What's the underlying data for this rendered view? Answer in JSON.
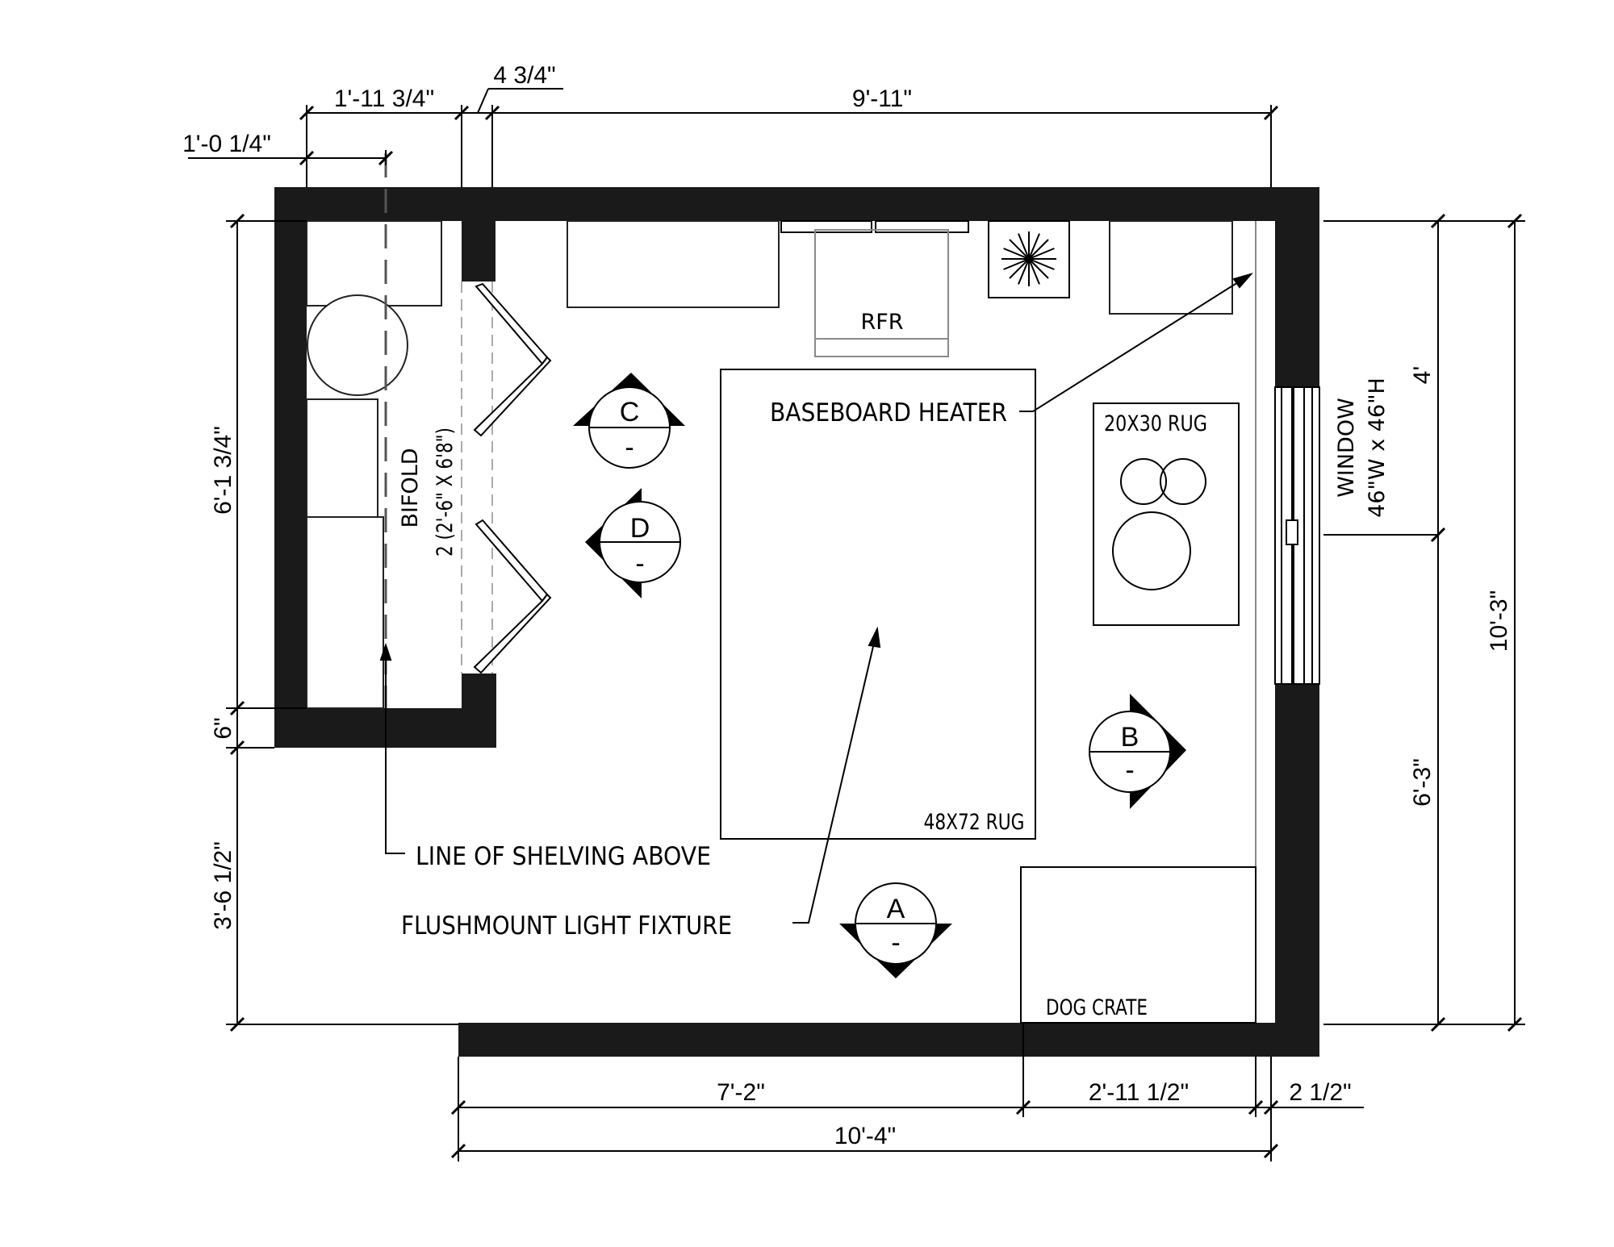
{
  "dimensions": {
    "top_wide": "9'-11\"",
    "top_closet": "1'-11 3/4\"",
    "top_small": "4 3/4\"",
    "top_half": "1'-0 1/4\"",
    "left_upper": "6'-1 3/4\"",
    "left_six": "6\"",
    "left_lower": "3'-6 1/2\"",
    "right_total": "10'-3\"",
    "right_upper": "4'",
    "right_lower": "6'-3\"",
    "bottom_left": "7'-2\"",
    "bottom_mid": "2'-11 1/2\"",
    "bottom_right": "2 1/2\"",
    "bottom_total": "10'-4\""
  },
  "labels": {
    "rfr": "RFR",
    "baseboard_heater": "BASEBOARD HEATER",
    "rug_small": "20X30 RUG",
    "rug_large": "48X72 RUG",
    "window_title": "WINDOW",
    "window_size": "46\"W x 46\"H",
    "bifold_title": "BIFOLD",
    "bifold_size": "2 (2'-6\" X 6'8\")",
    "shelving": "LINE OF SHELVING ABOVE",
    "light_fixture": "FLUSHMOUNT LIGHT FIXTURE",
    "dog_crate": "DOG CRATE"
  },
  "markers": {
    "a_letter": "A",
    "a_sub": "-",
    "b_letter": "B",
    "b_sub": "-",
    "c_letter": "C",
    "c_sub": "-",
    "d_letter": "D",
    "d_sub": "-"
  }
}
